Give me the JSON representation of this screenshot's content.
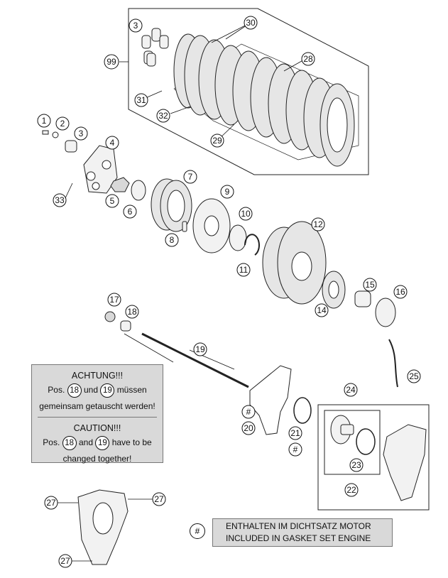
{
  "callouts": [
    "1",
    "2",
    "3",
    "3",
    "4",
    "5",
    "6",
    "7",
    "8",
    "9",
    "10",
    "11",
    "12",
    "14",
    "15",
    "16",
    "17",
    "18",
    "19",
    "20",
    "21",
    "22",
    "23",
    "24",
    "25",
    "27",
    "27",
    "27",
    "28",
    "29",
    "30",
    "31",
    "32",
    "33",
    "99"
  ],
  "hash_symbol": "#",
  "note": {
    "de_title": "ACHTUNG!!!",
    "de_pos": "Pos.",
    "de_ref_a": "18",
    "de_und": "und",
    "de_ref_b": "19",
    "de_mussen": "müssen",
    "de_line2": "gemeinsam getauscht werden!",
    "en_title": "CAUTION!!!",
    "en_pos": "Pos.",
    "en_ref_a": "18",
    "en_and": "and",
    "en_ref_b": "19",
    "en_have": "have to be",
    "en_line2": "changed together!"
  },
  "legend": {
    "symbol": "#",
    "line1": "ENTHALTEN IM DICHTSATZ MOTOR",
    "line2": "INCLUDED IN GASKET SET ENGINE"
  }
}
